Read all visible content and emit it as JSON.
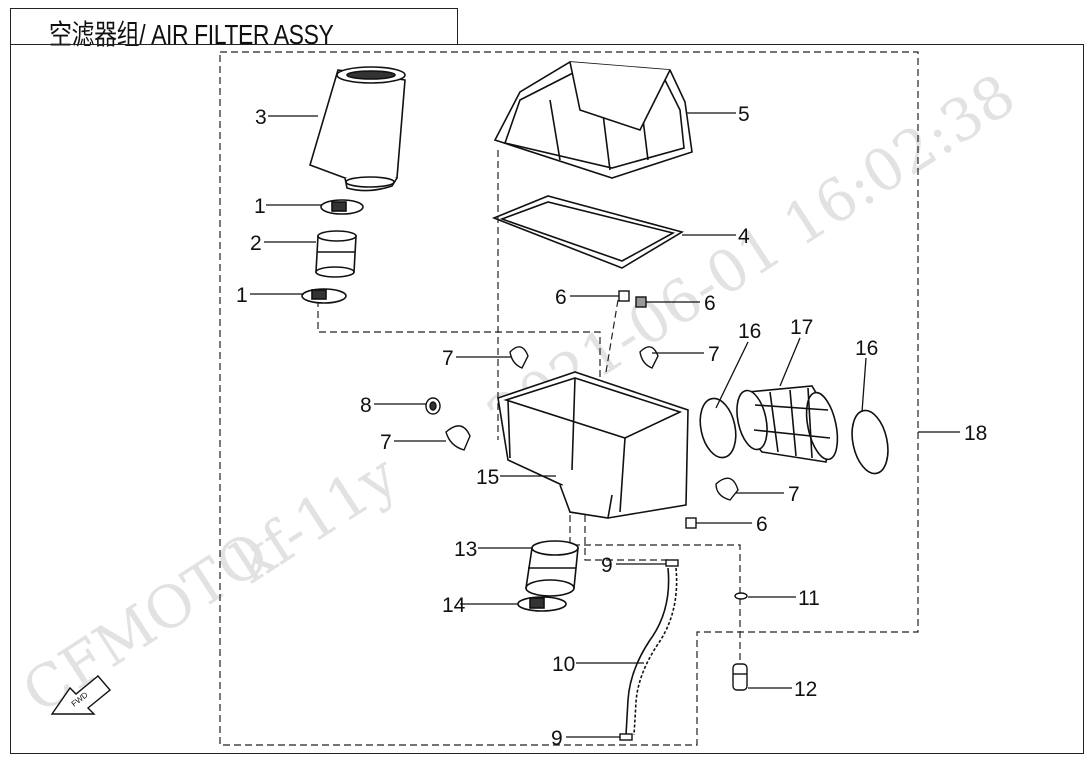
{
  "title": "空滤器组/ AIR FILTER ASSY",
  "watermark": {
    "brand": "CFMOTO",
    "code": "kf-11y",
    "datetime": "2021-06-01  16:02:38"
  },
  "fwd_label": "FWD",
  "callouts": {
    "c3": "3",
    "c1a": "1",
    "c2": "2",
    "c1b": "1",
    "c5": "5",
    "c4": "4",
    "c6a": "6",
    "c6b": "6",
    "c7a": "7",
    "c7b": "7",
    "c16a": "16",
    "c17": "17",
    "c16b": "16",
    "c8": "8",
    "c7c": "7",
    "c18": "18",
    "c15": "15",
    "c7d": "7",
    "c6c": "6",
    "c13": "13",
    "c9a": "9",
    "c11": "11",
    "c14": "14",
    "c10": "10",
    "c12": "12",
    "c9b": "9"
  },
  "colors": {
    "line": "#111111",
    "watermark": "#e2e2e2"
  }
}
